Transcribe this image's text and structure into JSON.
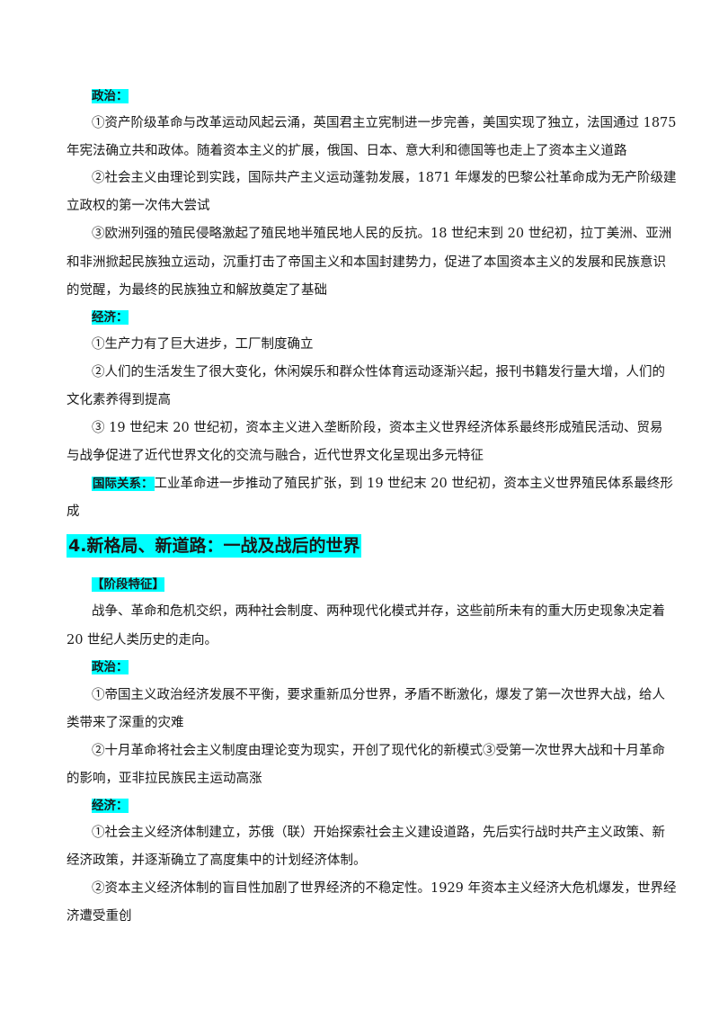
{
  "section3": {
    "politics_label": "政治：",
    "p1_l1": "①资产阶级革命与改革运动风起云涌，英国君主立宪制进一步完善，美国实现了独立，法国通过 1875",
    "p1_l2": "年宪法确立共和政体。随着资本主义的扩展，俄国、日本、意大利和德国等也走上了资本主义道路",
    "p2_l1": "②社会主义由理论到实践，国际共产主义运动蓬勃发展，1871 年爆发的巴黎公社革命成为无产阶级建",
    "p2_l2": "立政权的第一次伟大尝试",
    "p3_l1": "③欧洲列强的殖民侵略激起了殖民地半殖民地人民的反抗。18 世纪末到 20 世纪初，拉丁美洲、亚洲",
    "p3_l2": "和非洲掀起民族独立运动，沉重打击了帝国主义和本国封建势力，促进了本国资本主义的发展和民族意识",
    "p3_l3": "的觉醒，为最终的民族独立和解放奠定了基础",
    "economy_label": "经济：",
    "e1": "①生产力有了巨大进步，工厂制度确立",
    "e2_l1": "②人们的生活发生了很大变化，休闲娱乐和群众性体育运动逐渐兴起，报刊书籍发行量大增，人们的",
    "e2_l2": "文化素养得到提高",
    "e3_l1": "③ 19  世纪末  20  世纪初，资本主义进入垄断阶段，资本主义世界经济体系最终形成殖民活动、贸易",
    "e3_l2": "与战争促进了近代世界文化的交流与融合，近代世界文化呈现出多元特征",
    "intl_label": "国际关系：",
    "intl_l1": "工业革命进一步推动了殖民扩张，到 19 世纪末 20 世纪初，资本主义世界殖民体系最终形",
    "intl_l2": "成"
  },
  "section4": {
    "heading": "4.新格局、新道路：一战及战后的世界",
    "stage_label": "【阶段特征】",
    "stage_l1": "战争、革命和危机交织，两种社会制度、两种现代化模式并存，这些前所未有的重大历史现象决定着",
    "stage_l2": "20 世纪人类历史的走向。",
    "politics_label": "政治：",
    "p1_l1": "①帝国主义政治经济发展不平衡，要求重新瓜分世界，矛盾不断激化，爆发了第一次世界大战，给人",
    "p1_l2": "类带来了深重的灾难",
    "p2_l1": "②十月革命将社会主义制度由理论变为现实，开创了现代化的新模式③受第一次世界大战和十月革命",
    "p2_l2": "的影响，亚非拉民族民主运动高涨",
    "economy_label": "经济：",
    "e1_l1": "①社会主义经济体制建立，苏俄（联）开始探索社会主义建设道路，先后实行战时共产主义政策、新",
    "e1_l2": "经济政策，并逐渐确立了高度集中的计划经济体制。",
    "e2_l1": "②资本主义经济体制的盲目性加剧了世界经济的不稳定性。1929 年资本主义经济大危机爆发，世界经",
    "e2_l2": "济遭受重创"
  }
}
